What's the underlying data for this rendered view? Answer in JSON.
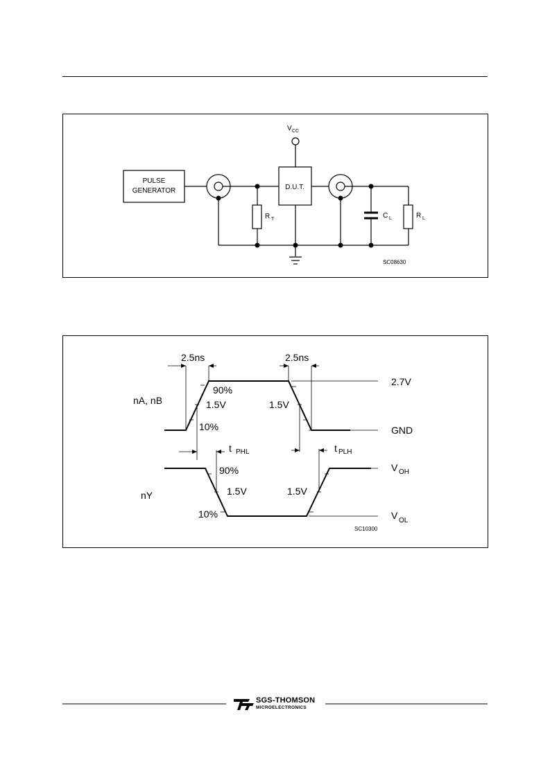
{
  "circuit": {
    "vcc_label": "V",
    "vcc_sub": "CC",
    "pulse_generator": [
      "PULSE",
      "GENERATOR"
    ],
    "dut_label": "D.U.T.",
    "rt_label": "R",
    "rt_sub": "T",
    "cl_label": "C",
    "cl_sub": "L",
    "rl_label": "R",
    "rl_sub": "L",
    "figure_code": "SC08630"
  },
  "waveform": {
    "rise_time": "2.5ns",
    "fall_time": "2.5ns",
    "input_label": "nA, nB",
    "output_label": "nY",
    "pct_90_in": "90%",
    "pct_10_in": "10%",
    "v_15_in_rise": "1.5V",
    "v_15_in_fall": "1.5V",
    "high_level": "2.7V",
    "low_level": "GND",
    "tphl_t": "t",
    "tphl_sub": "PHL",
    "tplh_t": "t",
    "tplh_sub": "PLH",
    "pct_90_out": "90%",
    "pct_10_out": "10%",
    "v_15_out_fall": "1.5V",
    "v_15_out_rise": "1.5V",
    "voh_v": "V",
    "voh_sub": "OH",
    "vol_v": "V",
    "vol_sub": "OL",
    "figure_code": "SC10300"
  },
  "footer": {
    "brand_line1": "SGS-THOMSON",
    "brand_line2": "MICROELECTRONICS"
  }
}
